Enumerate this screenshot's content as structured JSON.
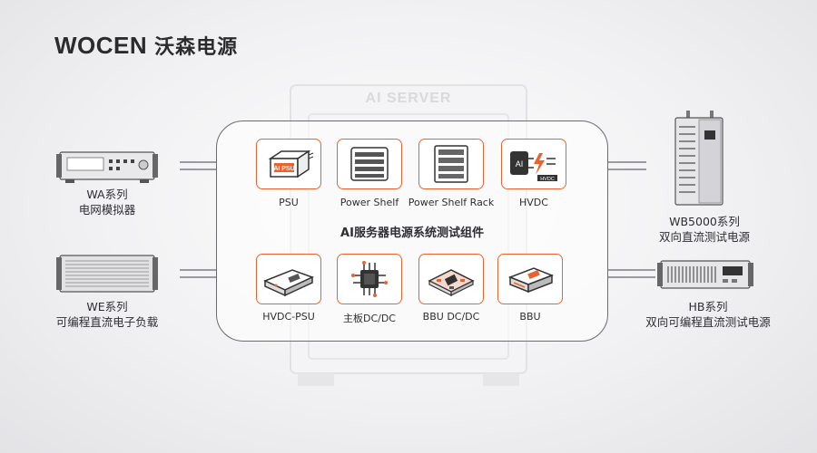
{
  "logo": {
    "text_en": "WOCEN",
    "text_cn": "沃森电源"
  },
  "background": {
    "server_title": "AI SERVER"
  },
  "panel": {
    "title": "AI服务器电源系统测试组件"
  },
  "components": [
    {
      "label": "PSU",
      "icon": "psu-icon"
    },
    {
      "label": "Power Shelf",
      "icon": "power-shelf-icon"
    },
    {
      "label": "Power Shelf Rack",
      "icon": "power-shelf-rack-icon"
    },
    {
      "label": "HVDC",
      "icon": "hvdc-icon"
    },
    {
      "label": "HVDC-PSU",
      "icon": "hvdc-psu-icon"
    },
    {
      "label": "主板DC/DC",
      "icon": "mainboard-dcdc-icon"
    },
    {
      "label": "BBU DC/DC",
      "icon": "bbu-dcdc-icon"
    },
    {
      "label": "BBU",
      "icon": "bbu-icon"
    }
  ],
  "icon_text": {
    "psu": "AI PSU",
    "hvdc_chip": "AI",
    "hvdc_badge": "HVDC"
  },
  "devices": {
    "wa": {
      "line1": "WA系列",
      "line2": "电网模拟器"
    },
    "we": {
      "line1": "WE系列",
      "line2": "可编程直流电子负载"
    },
    "wb5000": {
      "line1": "WB5000系列",
      "line2": "双向直流测试电源"
    },
    "hb": {
      "line1": "HB系列",
      "line2": "双向可编程直流测试电源"
    }
  },
  "colors": {
    "accent": "#e8632f",
    "text": "#2e2e33",
    "line": "#6b6b70"
  }
}
